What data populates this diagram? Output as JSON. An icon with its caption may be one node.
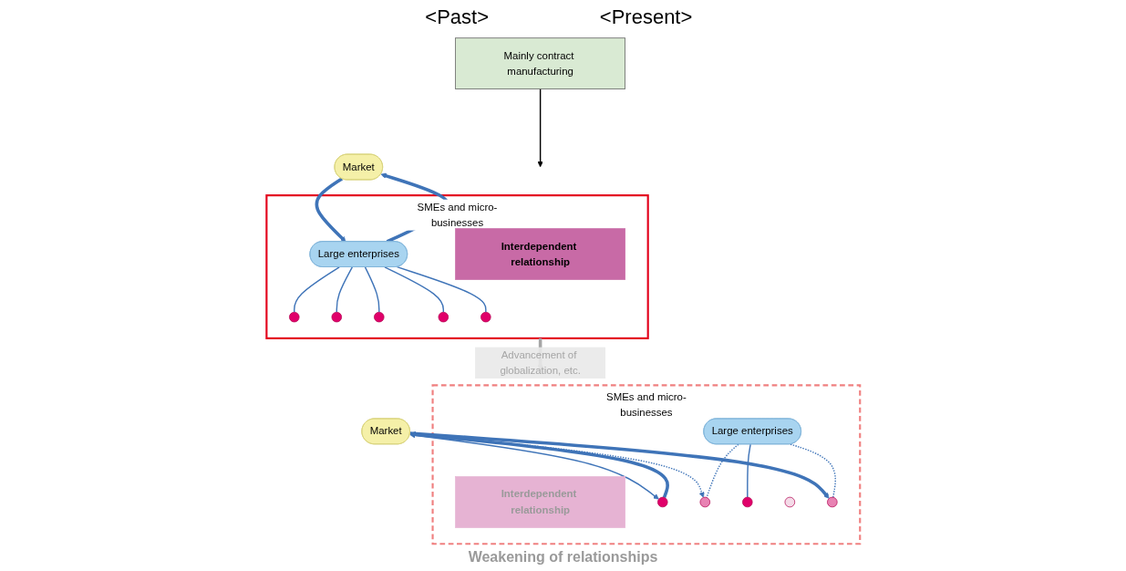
{
  "diagram": {
    "nodes": [
      {
        "text": [
          "Market"
        ]
      },
      {
        "text": [
          "SMEs and micro-businesses"
        ]
      },
      {
        "text": [
          "Interdependent relationship"
        ],
        "in": 1
      },
      {
        "text": [
          "Large enterprises"
        ],
        "in": 1
      },
      {
        "text": [],
        "shape": "circle",
        "in": 1
      },
      {
        "text": [],
        "shape": "circle",
        "in": 1
      },
      {
        "text": [],
        "shape": "circle",
        "in": 1
      },
      {
        "text": [],
        "shape": "circle",
        "in": 1
      },
      {
        "text": [],
        "shape": "circle",
        "in": 1
      },
      {
        "text": [
          "Mainly contract manufacturing"
        ]
      },
      {
        "text": [
          "Market"
        ]
      },
      {
        "text": [
          "SMEs and micro-businesses"
        ]
      },
      {
        "text": [
          "Interdependent relationship"
        ],
        "in": 11
      },
      {
        "text": [
          "Large enterprises"
        ],
        "in": 11
      },
      {
        "text": [],
        "shape": "circle",
        "in": 11
      },
      {
        "text": [],
        "shape": "circle",
        "in": 11
      },
      {
        "text": [],
        "shape": "circle",
        "in": 11
      },
      {
        "text": [],
        "shape": "circle",
        "in": 11
      },
      {
        "text": [],
        "shape": "circle",
        "in": 11
      }
    ],
    "edges": [
      {
        "from": 3,
        "to": 0,
        "arrow": "to",
        "style": "thick"
      },
      {
        "from": 0,
        "to": 3,
        "arrow": "to",
        "style": "thick"
      },
      {
        "from": 3,
        "to": 4,
        "arrow": "none"
      },
      {
        "from": 3,
        "to": 5,
        "arrow": "none"
      },
      {
        "from": 3,
        "to": 6,
        "arrow": "none"
      },
      {
        "from": 3,
        "to": 7,
        "arrow": "none"
      },
      {
        "from": 3,
        "to": 8,
        "arrow": "none"
      },
      {
        "from": 9,
        "to": 1,
        "arrow": "to",
        "color": "#000000"
      },
      {
        "from": 1,
        "to": 11,
        "arrow": "to",
        "style": "thick",
        "color": "#a6a6a6",
        "label": "Advancement of globalization, etc."
      },
      {
        "from": 14,
        "to": 10,
        "arrow": "to",
        "style": "thick"
      },
      {
        "from": 10,
        "to": 18,
        "arrow": "to",
        "style": "thick"
      },
      {
        "from": 10,
        "to": 14,
        "arrow": "both"
      },
      {
        "from": 10,
        "to": 15,
        "arrow": "both",
        "style": "dashed"
      },
      {
        "from": 13,
        "to": 15,
        "arrow": "none",
        "style": "dashed"
      },
      {
        "from": 13,
        "to": 16,
        "arrow": "none"
      },
      {
        "from": 13,
        "to": 18,
        "arrow": "none",
        "style": "dashed"
      }
    ],
    "labels": [
      "<Past>",
      "<Present>",
      "Weakening of relationships"
    ]
  }
}
